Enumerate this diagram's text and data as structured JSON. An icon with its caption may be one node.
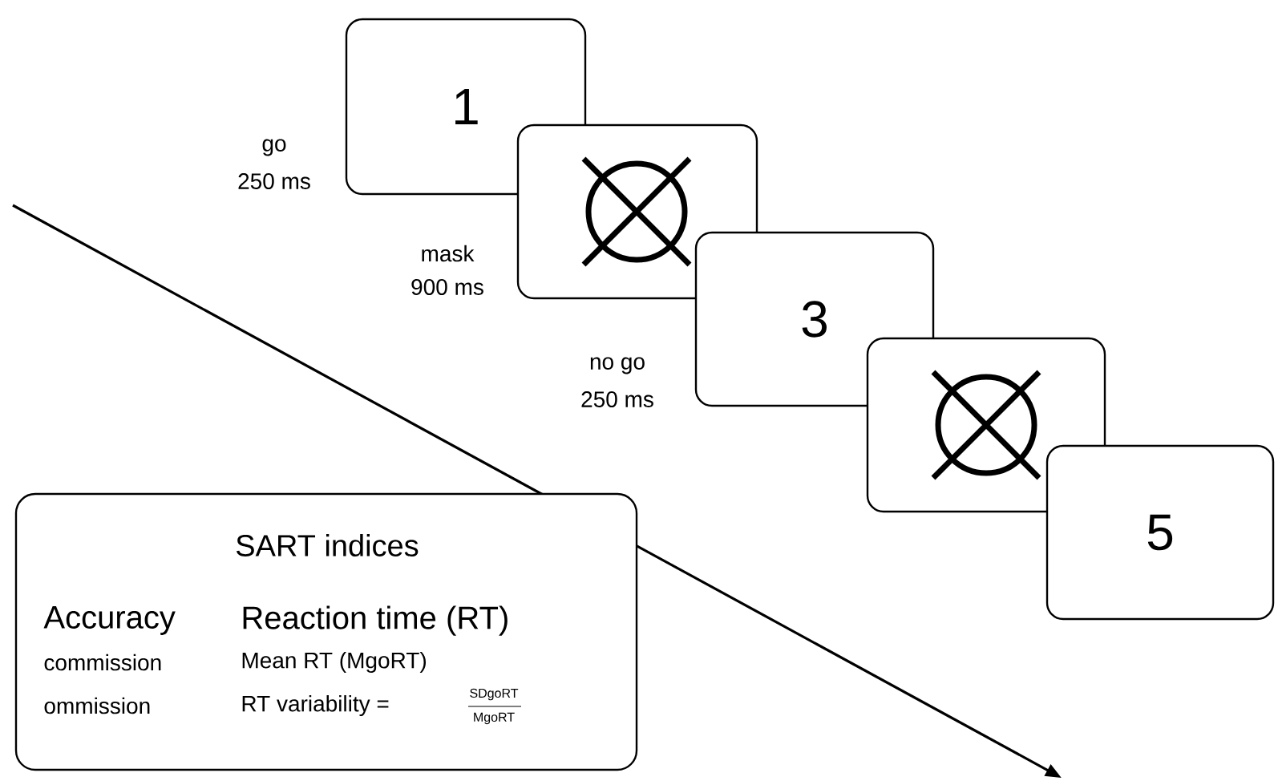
{
  "diagram": {
    "nodes": [
      {
        "text": [
          "1"
        ],
        "beside": [
          "go",
          "250 ms"
        ]
      },
      {
        "text": [],
        "shape": "box",
        "beside": [
          "mask",
          "900 ms"
        ]
      },
      {
        "text": [
          "3"
        ],
        "beside": [
          "no go",
          "250 ms"
        ]
      },
      {
        "text": [],
        "shape": "box"
      },
      {
        "text": [
          "5"
        ]
      },
      {
        "text": [
          "SART indices",
          "Accuracy",
          "Reaction time (RT)",
          "commission",
          "Mean RT (MgoRT)",
          "ommission",
          "RT variability =",
          "SDgoRT",
          "MgoRT"
        ]
      }
    ],
    "edges": []
  }
}
